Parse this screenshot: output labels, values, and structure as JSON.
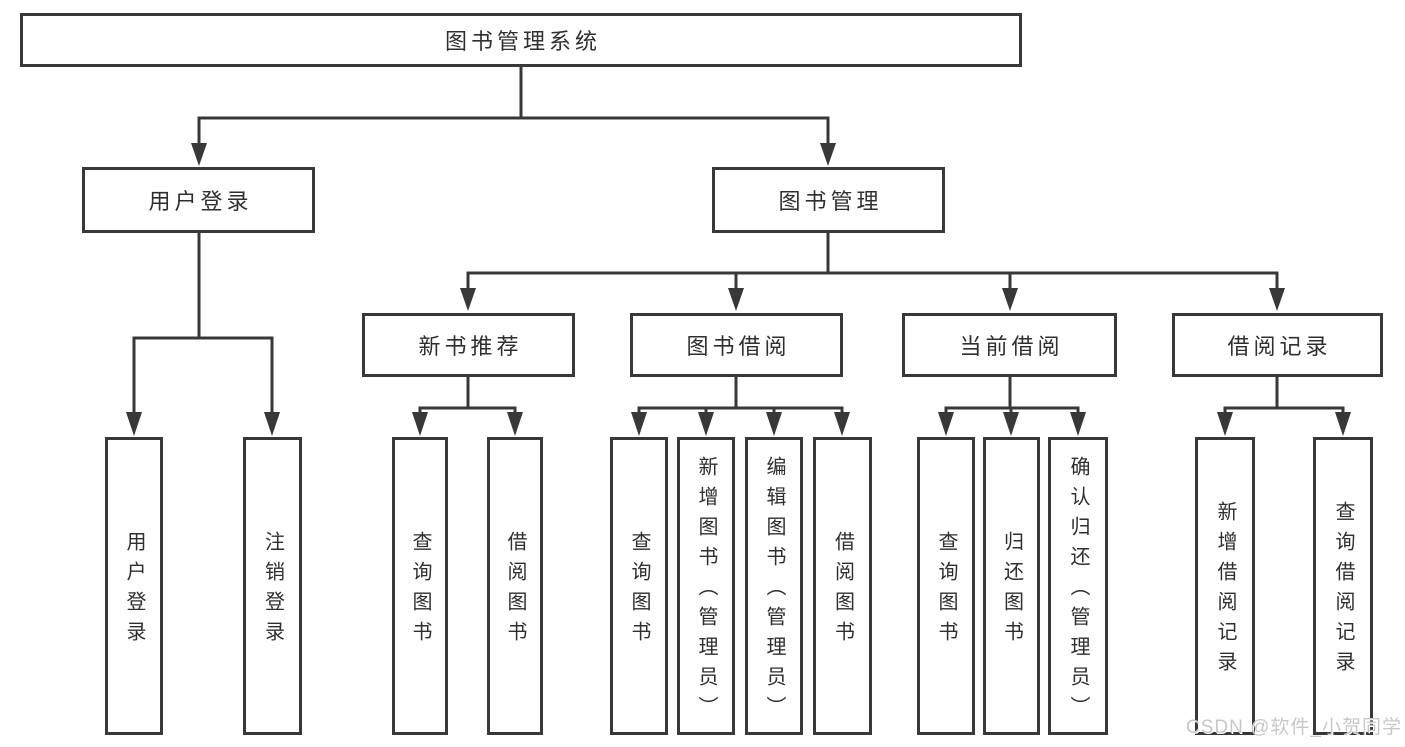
{
  "diagram": {
    "root": {
      "label": "图书管理系统"
    },
    "level2": [
      {
        "label": "用户登录"
      },
      {
        "label": "图书管理"
      }
    ],
    "level3": [
      {
        "label": "新书推荐"
      },
      {
        "label": "图书借阅"
      },
      {
        "label": "当前借阅"
      },
      {
        "label": "借阅记录"
      }
    ],
    "leaves": [
      {
        "label": "用户登录"
      },
      {
        "label": "注销登录"
      },
      {
        "label": "查询图书"
      },
      {
        "label": "借阅图书"
      },
      {
        "label": "查询图书"
      },
      {
        "label": "新增图书（管理员）"
      },
      {
        "label": "编辑图书（管理员）"
      },
      {
        "label": "借阅图书"
      },
      {
        "label": "查询图书"
      },
      {
        "label": "归还图书"
      },
      {
        "label": "确认归还（管理员）"
      },
      {
        "label": "新增借阅记录"
      },
      {
        "label": "查询借阅记录"
      }
    ]
  },
  "watermark": {
    "text": "CSDN @软件_小贺同学"
  },
  "colors": {
    "line": "#383838",
    "box_background": "#ffffff",
    "text": "#2f2f2f",
    "watermark": "#c8c8c8"
  }
}
